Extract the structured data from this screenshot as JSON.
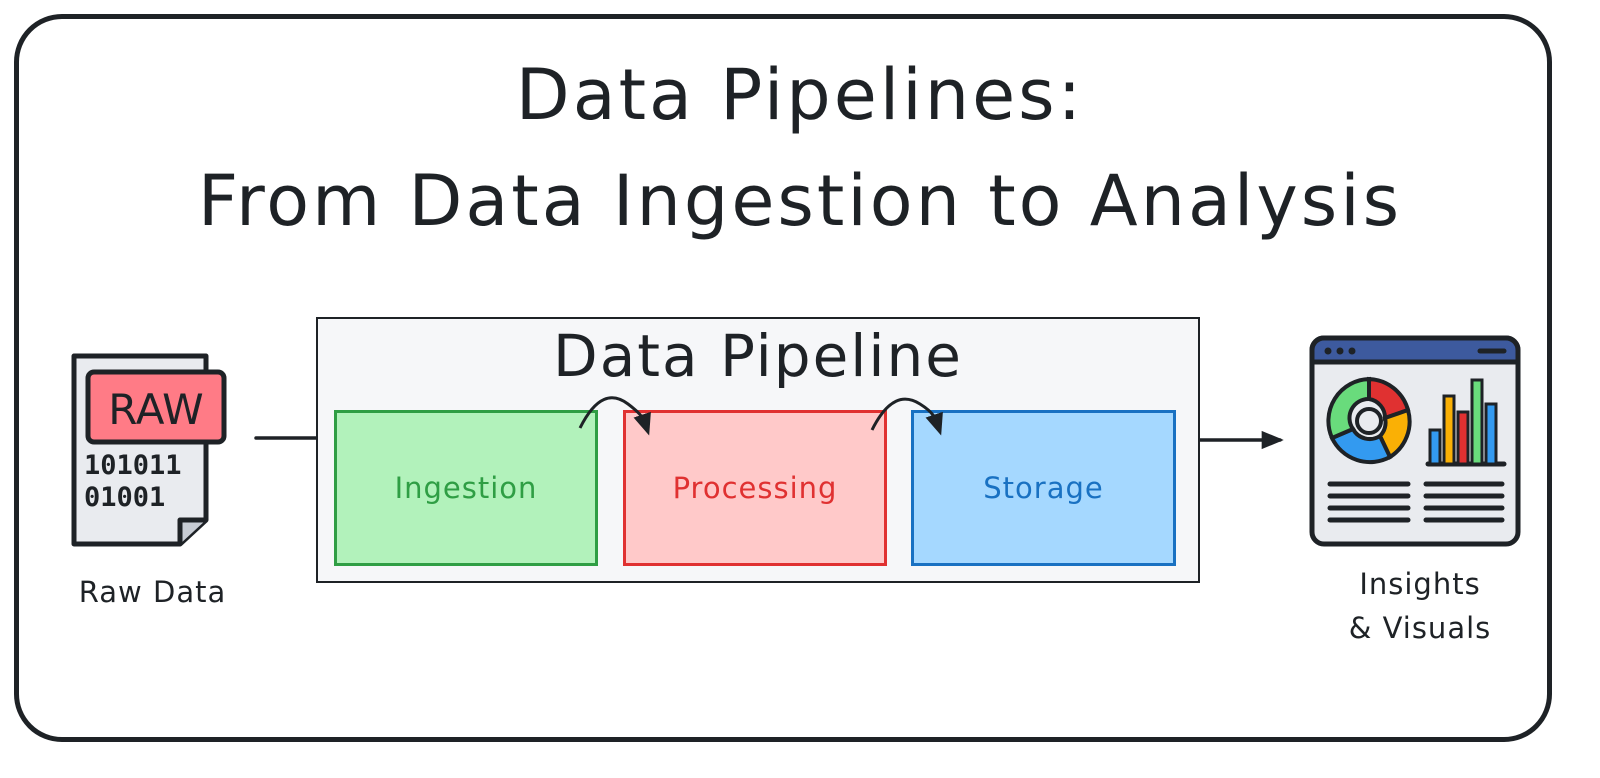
{
  "title": {
    "line1": "Data Pipelines:",
    "line2": "From Data Ingestion to Analysis"
  },
  "pipeline": {
    "title": "Data Pipeline",
    "stages": [
      {
        "label": "Ingestion",
        "fill": "#b2f2bb",
        "stroke": "#2f9e44"
      },
      {
        "label": "Processing",
        "fill": "#ffc9c9",
        "stroke": "#e03131"
      },
      {
        "label": "Storage",
        "fill": "#a5d8ff",
        "stroke": "#1971c2"
      }
    ]
  },
  "source": {
    "label": "Raw Data",
    "icon": "raw-file-icon",
    "badge": "RAW",
    "bits_line1": "101011",
    "bits_line2": "01001"
  },
  "output": {
    "label_line1": "Insights",
    "label_line2": "& Visuals",
    "icon": "dashboard-icon"
  },
  "colors": {
    "ink": "#1e2226",
    "panel": "#f6f7f9",
    "badge": "#ff7b86",
    "window_bar": "#3d5a9e"
  }
}
